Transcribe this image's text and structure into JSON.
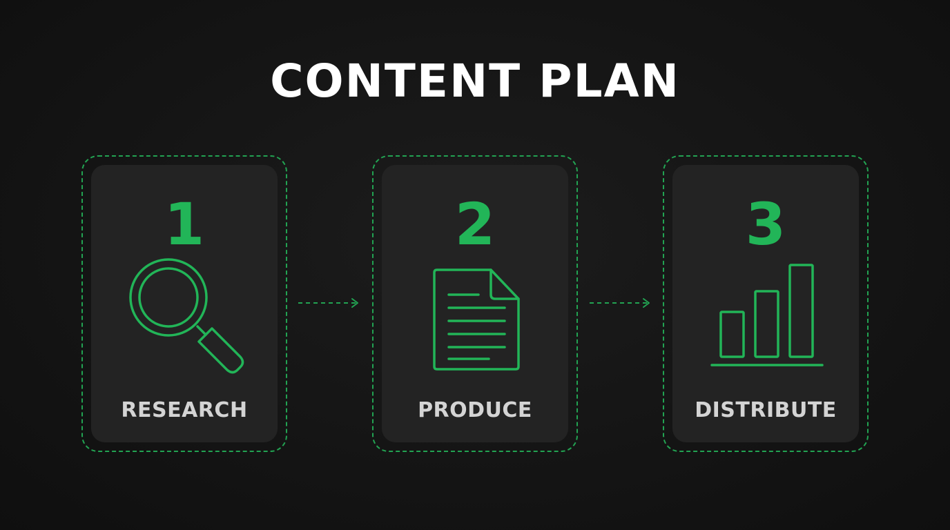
{
  "title": "CONTENT PLAN",
  "accent_color": "#22b558",
  "steps": [
    {
      "number": "1",
      "label": "RESEARCH",
      "icon": "magnifying-glass-icon"
    },
    {
      "number": "2",
      "label": "PRODUCE",
      "icon": "document-icon"
    },
    {
      "number": "3",
      "label": "DISTRIBUTE",
      "icon": "bar-chart-icon"
    }
  ]
}
